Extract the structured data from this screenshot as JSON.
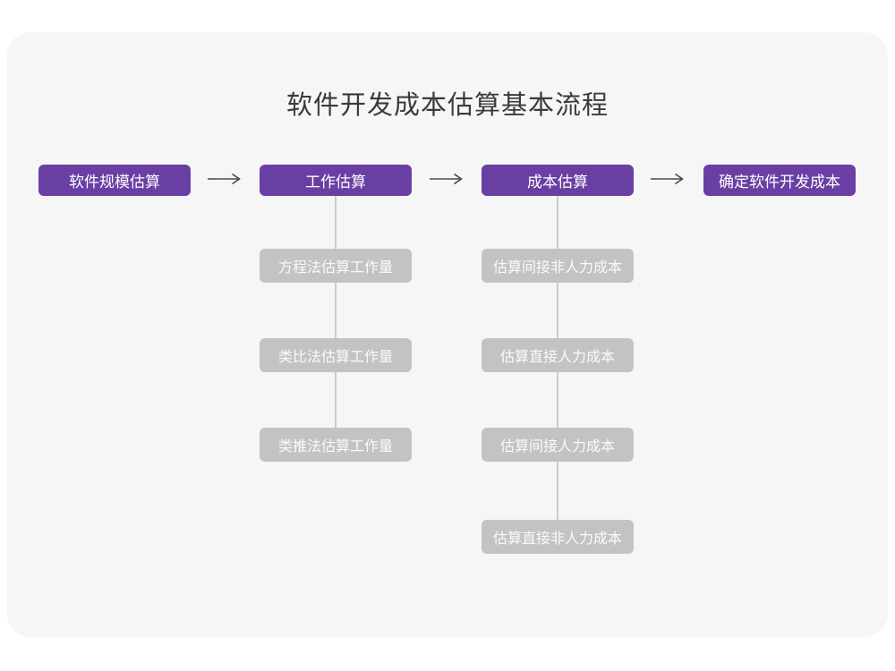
{
  "diagram": {
    "title": "软件开发成本估算基本流程",
    "type": "flowchart",
    "main_flow": [
      {
        "label": "软件规模估算",
        "children": []
      },
      {
        "label": "工作估算",
        "children": [
          "方程法估算工作量",
          "类比法估算工作量",
          "类推法估算工作量"
        ]
      },
      {
        "label": "成本估算",
        "children": [
          "估算间接非人力成本",
          "估算直接人力成本",
          "估算间接人力成本",
          "估算直接非人力成本"
        ]
      },
      {
        "label": "确定软件开发成本",
        "children": []
      }
    ]
  },
  "colors": {
    "page_background": "#ffffff",
    "card_background": "#f6f6f6",
    "primary_node": "#6a3fa4",
    "secondary_node": "#c3c3c3",
    "node_text": "#ffffff",
    "title_text": "#3b3b3b",
    "connector_line": "#cccccc",
    "arrow": "#4a4a4a"
  }
}
